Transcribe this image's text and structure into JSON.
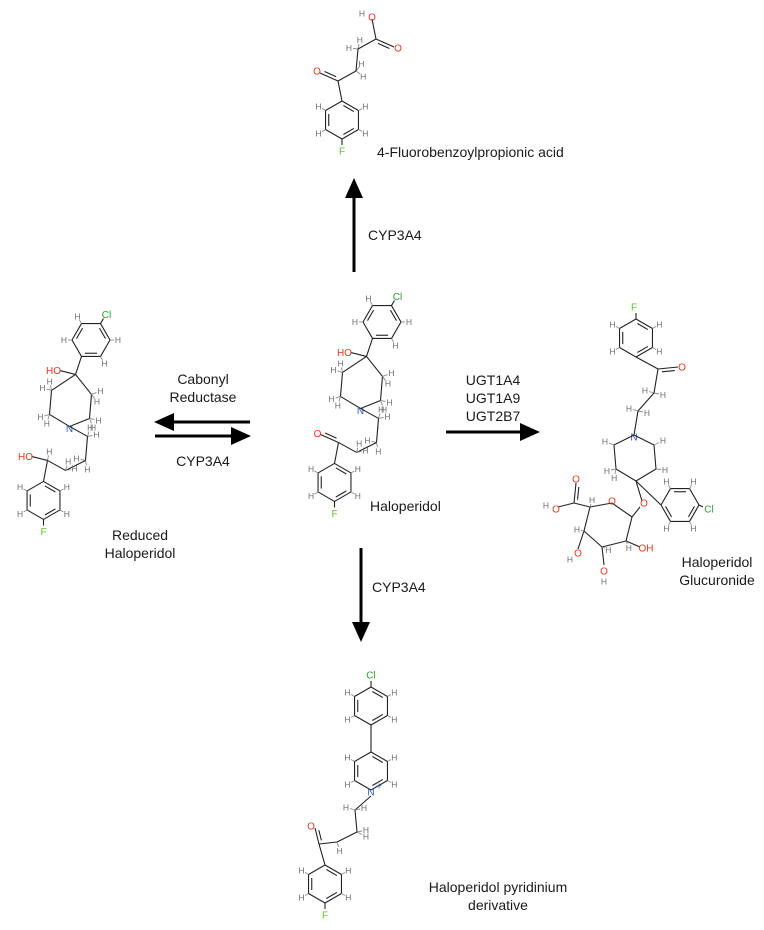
{
  "compounds": {
    "acid": "4-Fluorobenzoylpropionic acid",
    "haloperidol": "Haloperidol",
    "reduced": [
      "Reduced",
      "Haloperidol"
    ],
    "glucuronide": [
      "Haloperidol",
      "Glucuronide"
    ],
    "pyridinium": [
      "Haloperidol pyridinium",
      "derivative"
    ]
  },
  "enzymes": {
    "up": "CYP3A4",
    "left_top": [
      "Cabonyl",
      "Reductase"
    ],
    "left_bottom": "CYP3A4",
    "right": [
      "UGT1A4",
      "UGT1A9",
      "UGT2B7"
    ],
    "down": "CYP3A4"
  },
  "atoms": {
    "chlorine": "Cl",
    "fluorine": "F",
    "oxygen": "O",
    "nitrogen": "N",
    "hydroxyl": "HO",
    "hydroxyl_right": "OH",
    "hydrogen": "H",
    "plus": "+"
  },
  "colors": {
    "chlorine": "#2e9e2e",
    "fluorine": "#5fbf3a",
    "oxygen": "#e8361f",
    "nitrogen": "#2e5cb8",
    "hydrogen": "#707070",
    "arrow": "#000000"
  }
}
